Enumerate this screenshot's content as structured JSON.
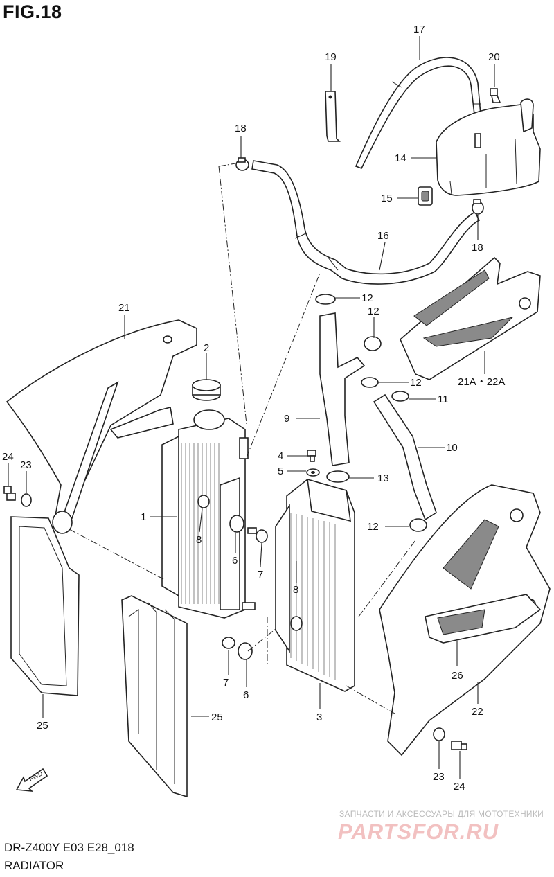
{
  "figure": {
    "title": "FIG.18",
    "model_code": "DR-Z400Y E03 E28_018",
    "section_name": "RADIATOR"
  },
  "watermark": {
    "tagline": "ЗАПЧАСТИ И АКСЕССУАРЫ ДЛЯ МОТОТЕХНИКИ",
    "logo_text": "PARTSFOR.RU"
  },
  "callouts": {
    "c17": "17",
    "c19": "19",
    "c20": "20",
    "c14": "14",
    "c18a": "18",
    "c15": "15",
    "c16": "16",
    "c18b": "18",
    "c21": "21",
    "c12a": "12",
    "c12b": "12",
    "c21a22a": "21A・22A",
    "c2": "2",
    "c12c": "12",
    "c11": "11",
    "c9": "9",
    "c10": "10",
    "c24a": "24",
    "c23a": "23",
    "c4": "4",
    "c5": "5",
    "c13": "13",
    "c1": "1",
    "c8a": "8",
    "c6a": "6",
    "c7a": "7",
    "c12d": "12",
    "c8b": "8",
    "c25a": "25",
    "c7b": "7",
    "c6b": "6",
    "c25b": "25",
    "c3": "3",
    "c26": "26",
    "c22": "22",
    "c23b": "23",
    "c24b": "24"
  },
  "fwd_label": "FWD"
}
